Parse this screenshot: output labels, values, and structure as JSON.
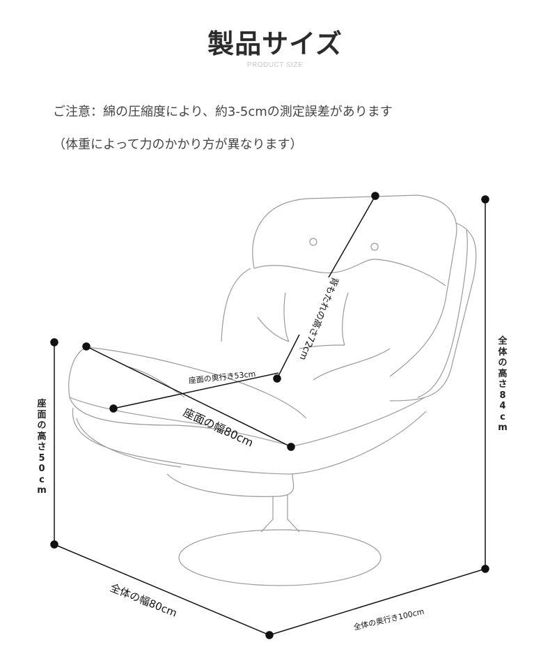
{
  "header": {
    "title": "製品サイズ",
    "subtitle": "PRODUCT SIZE"
  },
  "notes": {
    "line1": "ご注意：綿の圧縮度により、約3-5cmの測定誤差があります",
    "line2": "（体重によって力のかかり方が異なります）"
  },
  "dimensions": {
    "backrest_height": "背もたれの高さ72cm",
    "seat_depth": "座面の奥行き53cm",
    "seat_width": "座面の幅80cm",
    "seat_height": "座面の高さ50cm",
    "total_height": "全体の高さ84cm",
    "total_width": "全体の幅80cm",
    "total_depth": "全体の奥行き100cm"
  },
  "colors": {
    "line": "#888888",
    "marker": "#111111"
  }
}
